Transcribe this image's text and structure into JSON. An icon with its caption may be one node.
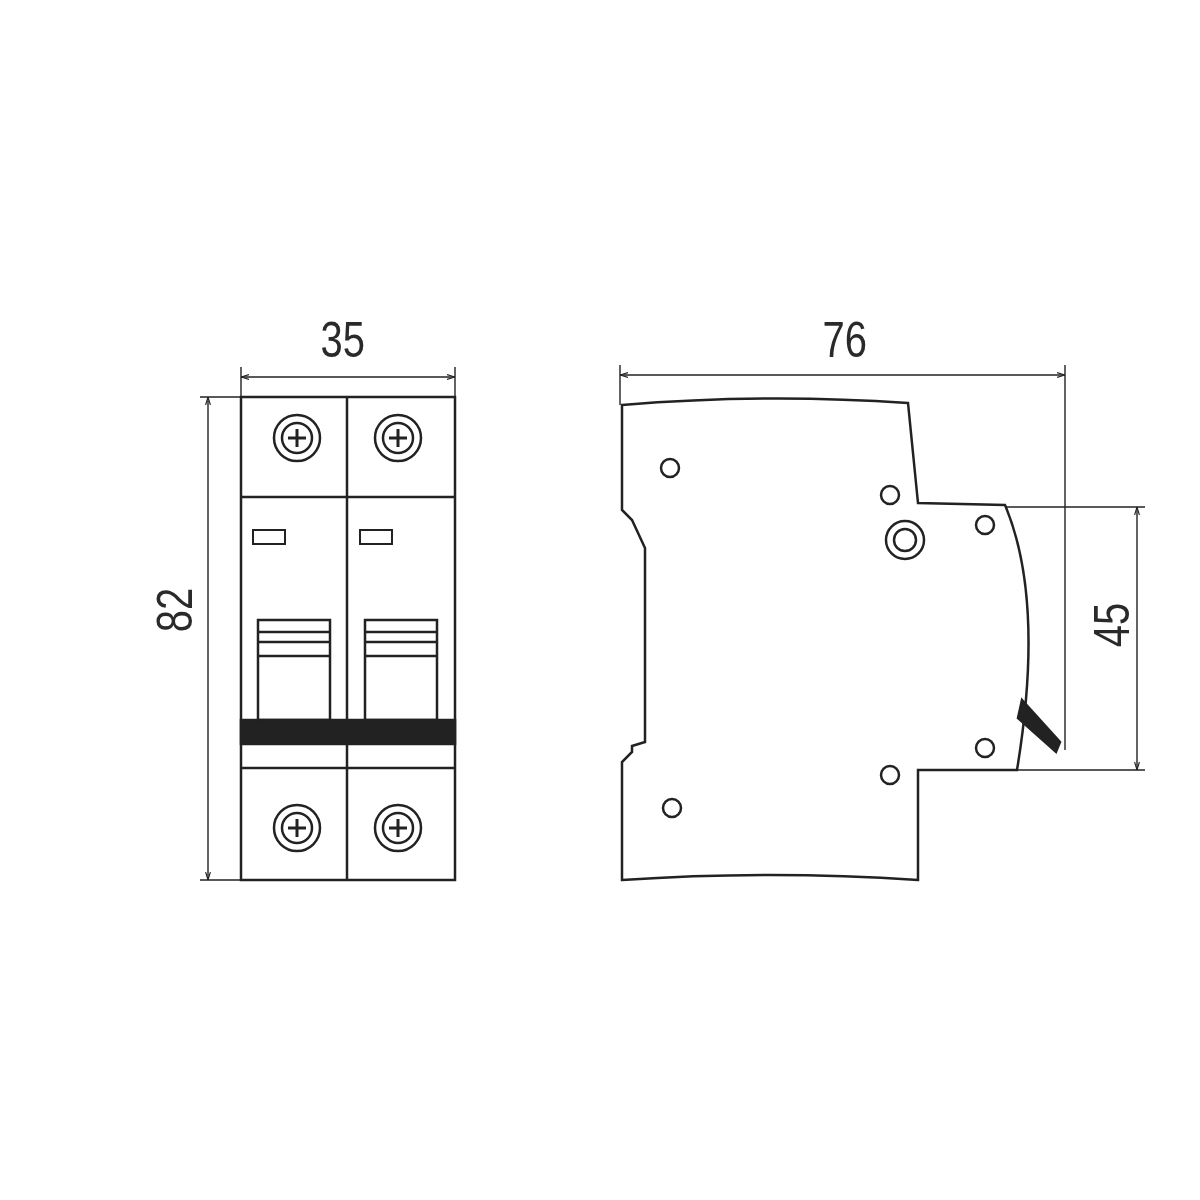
{
  "diagram": {
    "labels": [
      "35",
      "82",
      "76",
      "45"
    ]
  }
}
